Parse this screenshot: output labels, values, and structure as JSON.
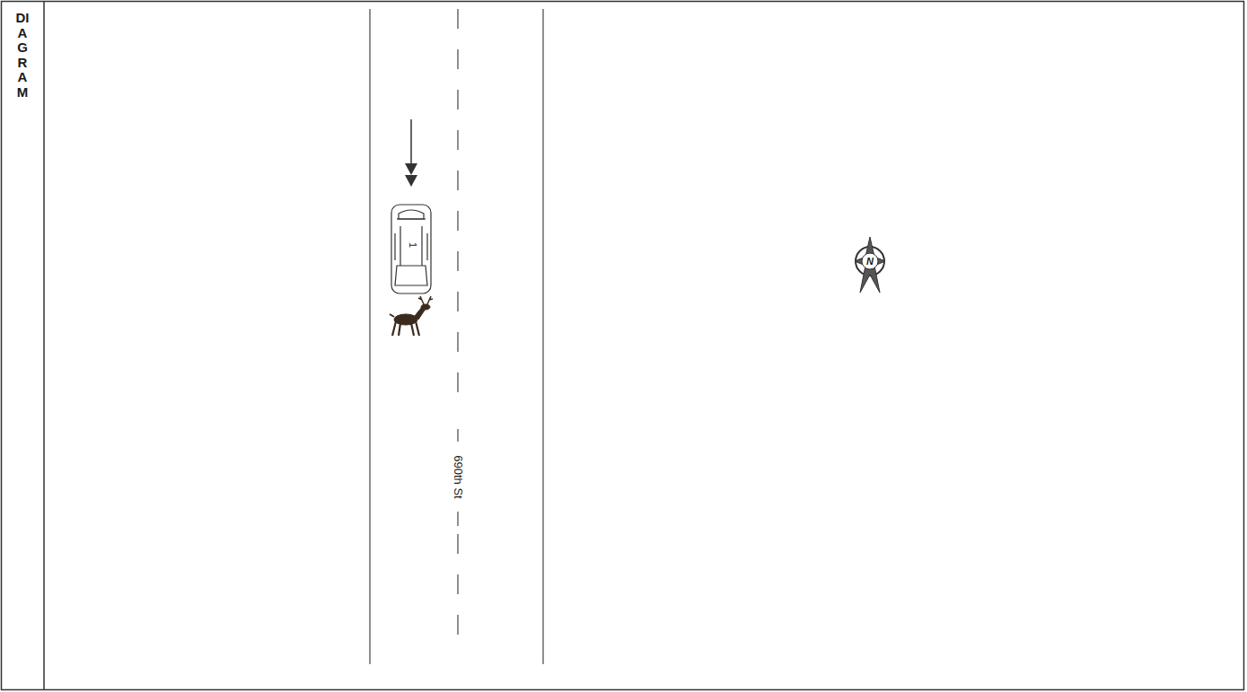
{
  "diagram": {
    "labels": [
      "DIAGRAM",
      "1",
      "690th St",
      "N"
    ]
  }
}
